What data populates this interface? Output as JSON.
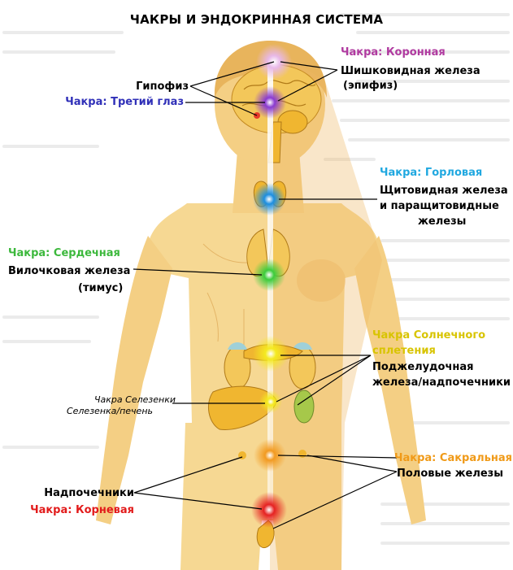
{
  "title": "ЧАКРЫ И ЭНДОКРИННАЯ СИСТЕМА",
  "colors": {
    "crown": "#b03aa0",
    "third_eye": "#3030b8",
    "throat": "#20a8e0",
    "heart": "#3cb83c",
    "solar": "#d8c400",
    "sacral": "#f09a18",
    "root": "#e21b1b",
    "skin": "#f4cf84",
    "skin_dark": "#e8b45c",
    "gland": "#f0b630"
  },
  "labels": {
    "crown_chakra": "Чакра: Коронная",
    "pineal_1": "Шишковидная железа",
    "pineal_2": "(эпифиз)",
    "pituitary": "Гипофиз",
    "third_eye_chakra": "Чакра: Третий глаз",
    "throat_chakra": "Чакра: Горловая",
    "thyroid_1": "Щитовидная железа",
    "thyroid_2": "и паращитовидные",
    "thyroid_3": "железы",
    "heart_chakra": "Чакра: Сердечная",
    "thymus_1": "Вилочковая железа",
    "thymus_2": "(тимус)",
    "solar_chakra_1": "Чакра Солнечного",
    "solar_chakra_2": "сплетения",
    "pancreas_1": "Поджелудочная",
    "pancreas_2": "железа/надпочечники",
    "spleen_chakra": "Чакра Селезенки",
    "spleen_liver": "Селезенка/печень",
    "sacral_chakra": "Чакра: Сакральная",
    "gonads": "Половые железы",
    "adrenals": "Надпочечники",
    "root_chakra": "Чакра: Корневая"
  }
}
